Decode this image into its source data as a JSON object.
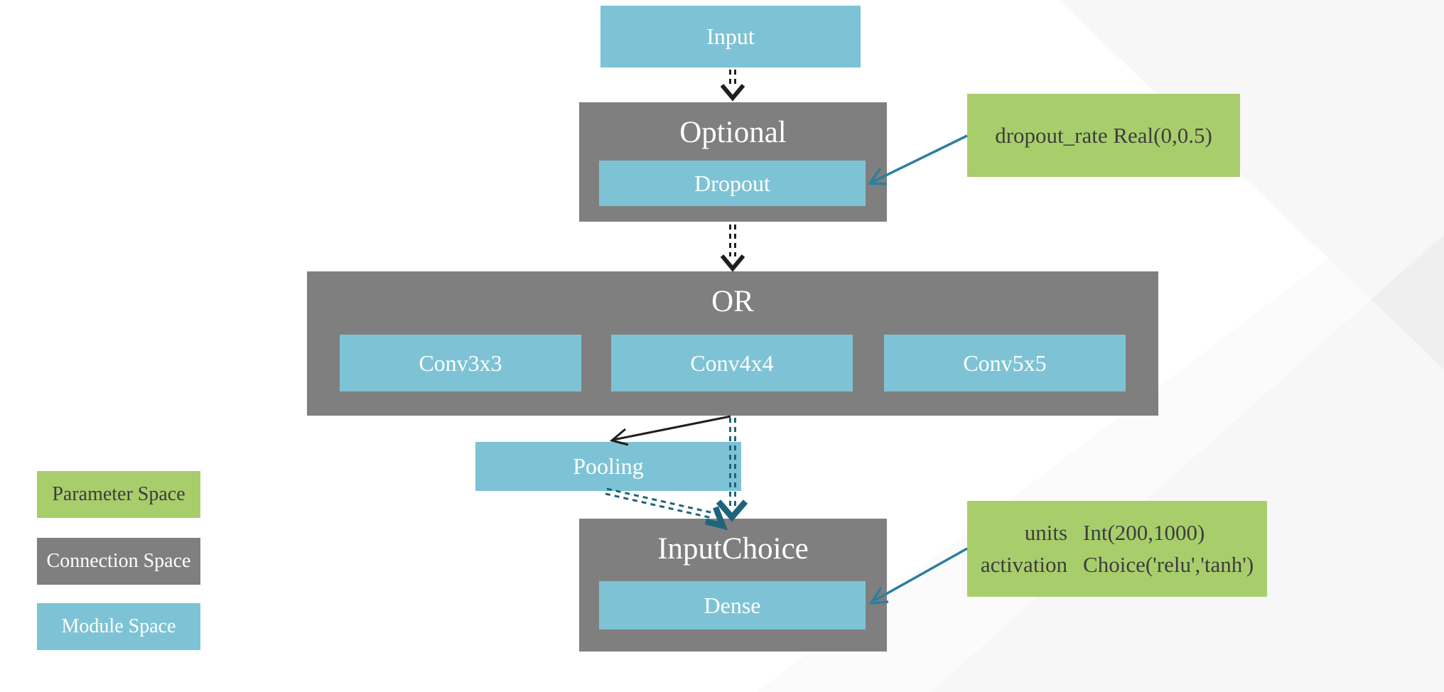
{
  "colors": {
    "module_space": "#7EC3D5",
    "connection_space": "#7F7F7F",
    "parameter_space": "#A8CE6C",
    "arrow_black": "#1F1F1F",
    "arrow_teal_dark": "#1E647C",
    "arrow_teal_light": "#2C7F9E",
    "dark_text": "#3D3D3D",
    "white_text": "#FFFFFF"
  },
  "nodes": {
    "input": {
      "label": "Input"
    },
    "optional": {
      "title": "Optional",
      "child": {
        "label": "Dropout"
      }
    },
    "or": {
      "title": "OR",
      "children": [
        {
          "label": "Conv3x3"
        },
        {
          "label": "Conv4x4"
        },
        {
          "label": "Conv5x5"
        }
      ]
    },
    "pooling": {
      "label": "Pooling"
    },
    "input_choice": {
      "title": "InputChoice",
      "child": {
        "label": "Dense"
      }
    }
  },
  "param_boxes": {
    "dropout": {
      "text": "dropout_rate Real(0,0.5)"
    },
    "dense": {
      "rows": [
        {
          "name": "units",
          "value": "Int(200,1000)"
        },
        {
          "name": "activation",
          "value": "Choice('relu','tanh')"
        }
      ]
    }
  },
  "legend": {
    "items": [
      {
        "label": "Parameter Space",
        "type": "parameter"
      },
      {
        "label": "Connection Space",
        "type": "connection"
      },
      {
        "label": "Module Space",
        "type": "module"
      }
    ]
  }
}
